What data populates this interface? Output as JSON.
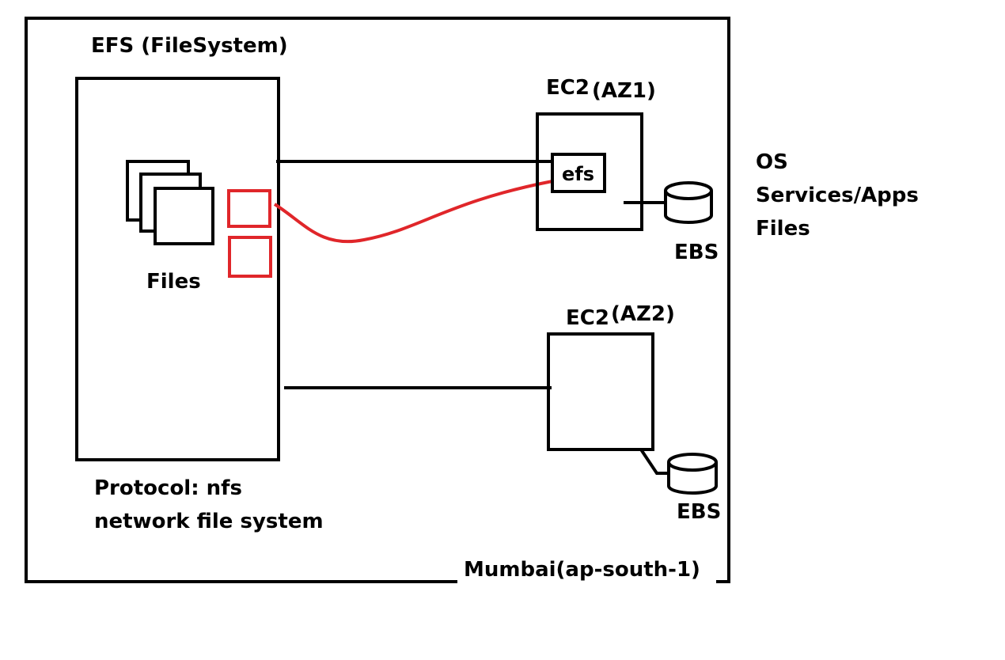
{
  "region": {
    "label": "Mumbai(ap-south-1)"
  },
  "efs": {
    "title": "EFS (FileSystem)",
    "files_label": "Files",
    "protocol_line1": "Protocol: nfs",
    "protocol_line2": "network file system"
  },
  "ec2_az1": {
    "title": "EC2",
    "az": "(AZ1)",
    "mount_label": "efs",
    "ebs_label": "EBS"
  },
  "ec2_az2": {
    "title": "EC2",
    "az": "(AZ2)",
    "ebs_label": "EBS"
  },
  "ebs_contents": [
    "OS",
    "Services/Apps",
    "Files"
  ],
  "colors": {
    "ink": "#000000",
    "accent": "#e0262a",
    "background": "#ffffff"
  }
}
